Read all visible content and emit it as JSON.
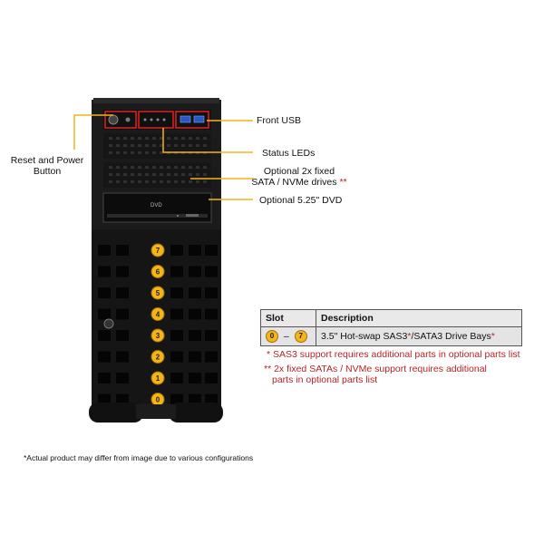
{
  "callouts": {
    "front_usb": "Front USB",
    "reset_power_line1": "Reset and Power",
    "reset_power_line2": "Button",
    "status_leds": "Status LEDs",
    "optional_fixed_line1": "Optional 2x fixed",
    "optional_fixed_line2": "SATA / NVMe drives",
    "optional_fixed_mark": "**",
    "optional_dvd": "Optional 5.25\" DVD"
  },
  "device": {
    "dvd_logo": "DVD",
    "bay_numbers": [
      "7",
      "6",
      "5",
      "4",
      "3",
      "2",
      "1",
      "0"
    ]
  },
  "table": {
    "headers": [
      "Slot",
      "Description"
    ],
    "rows": [
      {
        "slot_from": "0",
        "slot_dash": "–",
        "slot_to": "7",
        "description": "3.5\" Hot-swap  SAS3",
        "description_mark1": "*",
        "description_tail": "/SATA3 Drive Bays",
        "description_mark2": "*"
      }
    ]
  },
  "notes": {
    "note1": "* SAS3 support requires additional parts in optional parts list",
    "note2_line1": "** 2x fixed SATAs / NVMe support requires additional",
    "note2_line2": "parts in optional parts list"
  },
  "disclaimer": "*Actual product may differ from image due to various configurations",
  "colors": {
    "callout_line": "#f4b41a",
    "badge": "#f4b41a",
    "highlight_box": "#e02020",
    "chassis": "#1a1a1a",
    "note_red": "#b52525"
  }
}
